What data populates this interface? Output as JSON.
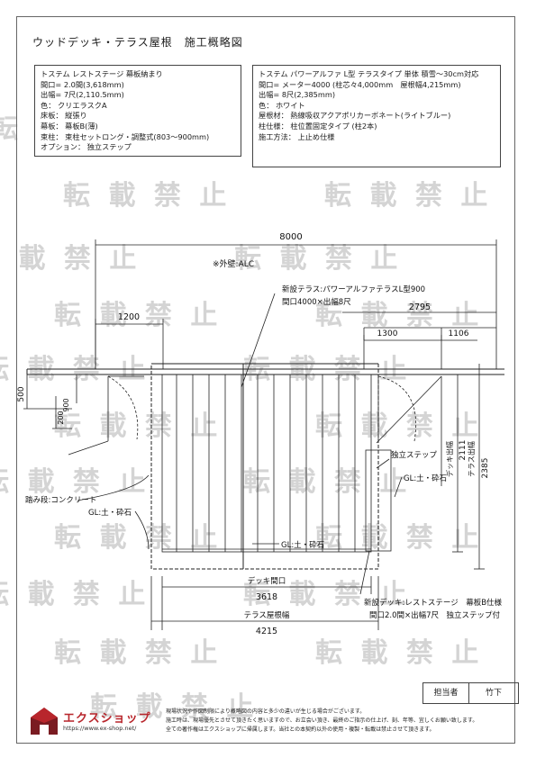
{
  "page_title": "ウッドデッキ・テラス屋根　施工概略図",
  "watermark_text": "転 載 禁 止",
  "spec_deck": {
    "lines": [
      "トステム レストステージ 幕板納まり",
      "間口= 2.0間(3,618mm)",
      "出幅= 7尺(2,110.5mm)",
      "色： クリエラスクA",
      "床板： 縦張り",
      "幕板： 幕板B(薄)",
      "束柱： 束柱セットロング・調整式(803～900mm)",
      "オプション： 独立ステップ"
    ]
  },
  "spec_roof": {
    "lines": [
      "トステム パワーアルファ L型 テラスタイプ 単体 積雪～30cm対応",
      "間口= メーター4000 (柱芯々4,000mm　屋根幅4,215mm)",
      "出幅= 8尺(2,385mm)",
      "色： ホワイト",
      "屋根材： 熱線吸収アクアポリカーボネート(ライトブルー)",
      "柱仕様： 柱位置固定タイプ (柱2本)",
      "施工方法： 上止め仕様"
    ]
  },
  "drawing": {
    "dim_8000": "8000",
    "outer_wall": "※外壁:ALC",
    "roof_callout_1": "新設テラス:パワーアルファテラスL型900",
    "roof_callout_2": "間口4000×出幅8尺",
    "dim_1200": "1200",
    "dim_2795": "2795",
    "dim_1300": "1300",
    "dim_1106": "1106",
    "dim_500": "500",
    "dim_900": "900",
    "dim_200": "200",
    "step_label": "独立ステップ",
    "gl_right": "GL:土・砕石",
    "gl_left": "GL:土・砕石",
    "gl_bottom": "GL:土・砕石",
    "concrete": "踏み段:コンクリート",
    "deck_width_label": "デッキ間口",
    "dim_3618": "3618",
    "roof_width_label": "テラス屋根幅",
    "dim_4215": "4215",
    "deck_depth_label": "デッキ出幅",
    "dim_2111": "2111",
    "roof_depth_label": "テラス出幅",
    "dim_2385": "2385",
    "deck_callout_1": "新設デッキ:レストステージ　幕板B仕様",
    "deck_callout_2": "間口2.0間×出幅7尺　独立ステップ付"
  },
  "staff": {
    "label": "担当者",
    "name": "竹下"
  },
  "company": {
    "name": "エクスショップ",
    "url": "https://www.ex-shop.net/"
  },
  "footnote": {
    "lines": [
      "現場状況や作図制限により概略図の内容と多少の違いが生じる場合がございます。",
      "施工時は、現場優先とさせて頂きたく思いますので、お立会い頂き、最終のご指示の仕上げ、刻、年等、宜しくお願い致します。",
      "全ての著作権はエクスショップに帰属します。当社との本契約以外の使用・複製・転載は禁止させて頂きます。"
    ]
  }
}
